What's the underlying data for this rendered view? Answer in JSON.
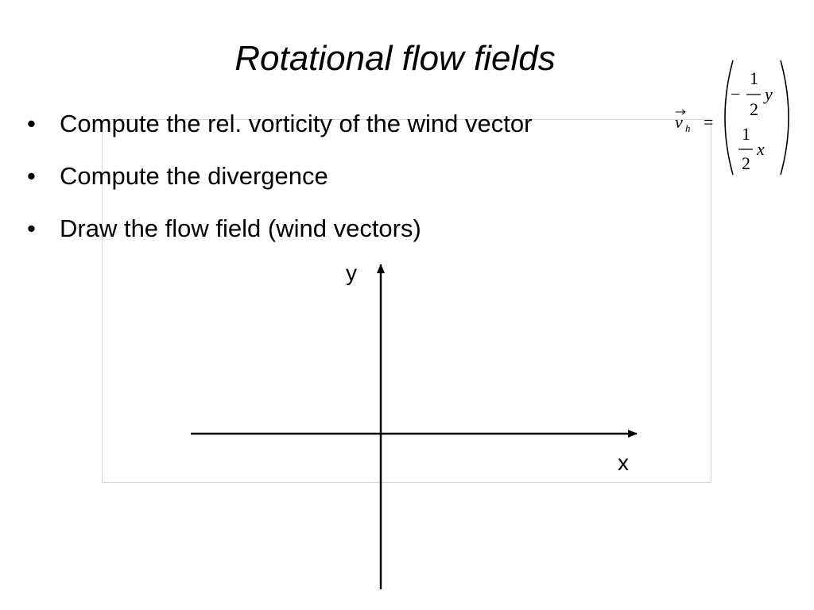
{
  "slide": {
    "title": "Rotational flow fields",
    "bullets": [
      {
        "text": "Compute the rel. vorticity of the wind vector"
      },
      {
        "text": "Compute the divergence"
      },
      {
        "text": "Draw the flow field (wind vectors)"
      }
    ],
    "bullet_symbol": "•",
    "formula": {
      "lhs_var": "v",
      "lhs_sub": "h",
      "equals": "=",
      "row1": {
        "sign": "−",
        "num": "1",
        "den": "2",
        "var": "y"
      },
      "row2": {
        "num": "1",
        "den": "2",
        "var": "x"
      }
    },
    "axes": {
      "y_label": "y",
      "x_label": "x"
    }
  }
}
